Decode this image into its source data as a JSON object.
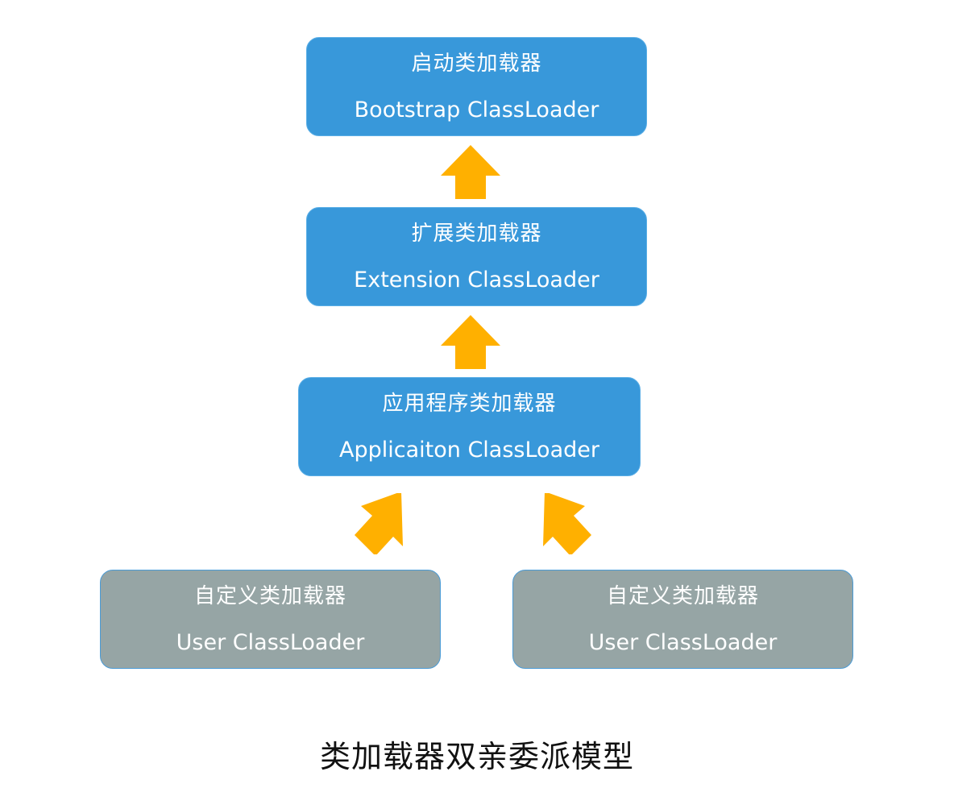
{
  "diagram": {
    "title": "类加载器双亲委派模型",
    "colors": {
      "system_loader": "#3898da",
      "user_loader": "#96a5a5",
      "arrow": "#ffb000",
      "text_on_box": "#ffffff"
    },
    "nodes": [
      {
        "id": "bootstrap",
        "label_cn": "启动类加载器",
        "label_en": "Bootstrap ClassLoader"
      },
      {
        "id": "extension",
        "label_cn": "扩展类加载器",
        "label_en": "Extension ClassLoader"
      },
      {
        "id": "application",
        "label_cn": "应用程序类加载器",
        "label_en": "Applicaiton ClassLoader"
      },
      {
        "id": "user1",
        "label_cn": "自定义类加载器",
        "label_en": "User ClassLoader"
      },
      {
        "id": "user2",
        "label_cn": "自定义类加载器",
        "label_en": "User ClassLoader"
      }
    ],
    "edges": [
      {
        "from": "extension",
        "to": "bootstrap",
        "icon": "arrow-up-icon"
      },
      {
        "from": "application",
        "to": "extension",
        "icon": "arrow-up-icon"
      },
      {
        "from": "user1",
        "to": "application",
        "icon": "arrow-up-right-icon"
      },
      {
        "from": "user2",
        "to": "application",
        "icon": "arrow-up-left-icon"
      }
    ]
  }
}
